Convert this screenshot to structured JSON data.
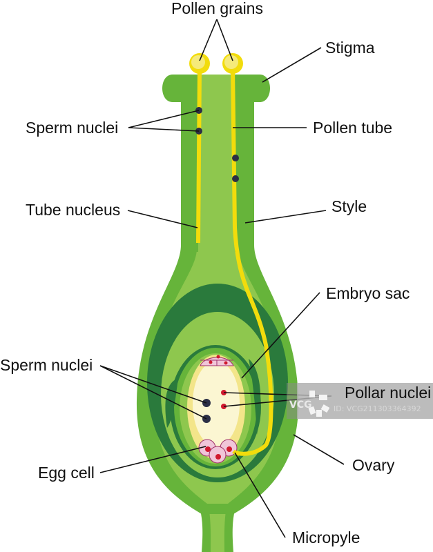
{
  "diagram": {
    "title": "Pistil fertilization diagram",
    "labels": {
      "pollen_grains": "Pollen grains",
      "stigma": "Stigma",
      "sperm_nuclei_top": "Sperm nuclei",
      "pollen_tube": "Pollen tube",
      "tube_nucleus": "Tube nucleus",
      "style": "Style",
      "embryo_sac": "Embryo sac",
      "sperm_nuclei_bottom": "Sperm nuclei",
      "pollar_nuclei": "Pollar nuclei",
      "egg_cell": "Egg cell",
      "ovary": "Ovary",
      "micropyle": "Micropyle"
    },
    "colors": {
      "outer_green": "#66b43a",
      "light_green": "#8ec74e",
      "dark_green": "#2a7a3c",
      "pollen_yellow": "#f2dc0c",
      "pollen_inner": "#f5ea7a",
      "embryo_outer": "#f3e58a",
      "embryo_inner": "#fbf6d2",
      "cell_pink": "#f0c5d8",
      "nucleus_red": "#d0192e",
      "sperm_dark": "#2b2f45"
    }
  },
  "watermark": {
    "brand": "VCG",
    "id_text": "ID: VCG211303364392"
  }
}
